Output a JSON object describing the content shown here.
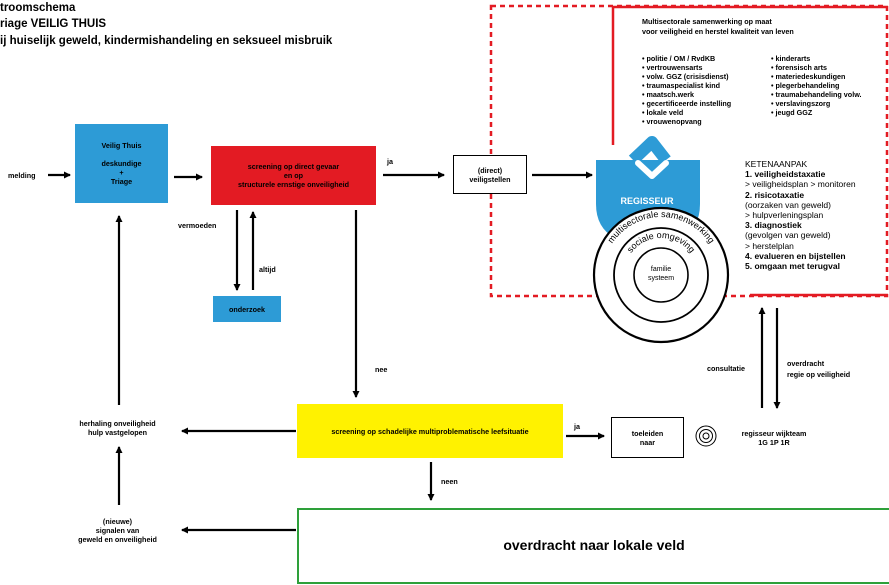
{
  "header": {
    "line1": "troomschema",
    "line2": "riage VEILIG THUIS",
    "line3": "ij huiselijk geweld, kindermishandeling en seksueel misbruik"
  },
  "labels": {
    "melding": "melding",
    "ja1": "ja",
    "vermoeden": "vermoeden",
    "altijd": "altijd",
    "nee1": "nee",
    "ja2": "ja",
    "nee2": "neen",
    "consultatie": "consultatie",
    "overdracht_l1": "overdracht",
    "overdracht_l2": "regie op veiligheid"
  },
  "boxes": {
    "veilig_thuis": [
      "Veilig Thuis",
      "deskundige",
      "+",
      "Triage"
    ],
    "screening1": [
      "screening op direct gevaar",
      "en op",
      "structurele ernstige onveiligheid"
    ],
    "onderzoek": [
      "onderzoek"
    ],
    "veiligstellen": [
      "(direct)",
      "veiligstellen"
    ],
    "screening2": [
      "screening op schadelijke multiproblematische leefsituatie"
    ],
    "toeleiden": [
      "toeleiden",
      "naar"
    ],
    "herhaling": [
      "herhaling onveiligheid",
      "hulp vastgelopen"
    ],
    "signalen": [
      "(nieuwe)",
      "signalen van",
      "geweld en onveiligheid"
    ],
    "overdracht_lokaal": [
      "overdracht naar lokale veld"
    ],
    "regisseur_wijkteam": [
      "regisseur wijkteam",
      "1G 1P 1R"
    ]
  },
  "panel": {
    "title_l1": "Multisectorale samenwerking op maat",
    "title_l2": "voor veiligheid en herstel kwaliteit van leven",
    "list_left": [
      "• politie / OM / RvdKB",
      "• vertrouwensarts",
      "• volw. GGZ (crisisdienst)",
      "• traumaspecialist kind",
      "• maatsch.werk",
      "• gecertificeerde instelling",
      "• lokale veld",
      "• vrouwenopvang"
    ],
    "list_right": [
      "• kinderarts",
      "• forensisch arts",
      "• materiedeskundigen",
      "• plegerbehandeling",
      "• traumabehandeling volw.",
      "• verslavingszorg",
      "• jeugd GGZ"
    ],
    "keten_title": "KETENAANPAK",
    "keten_items": [
      {
        "text": "1. veiligheidstaxatie",
        "bold": true
      },
      {
        "text": "> veiligheidsplan > monitoren",
        "bold": false
      },
      {
        "text": "2. risicotaxatie",
        "bold": true
      },
      {
        "text": "(oorzaken van geweld)",
        "bold": false
      },
      {
        "text": "> hulpverleningsplan",
        "bold": false
      },
      {
        "text": "3. diagnostiek",
        "bold": true
      },
      {
        "text": "(gevolgen van geweld)",
        "bold": false
      },
      {
        "text": "> herstelplan",
        "bold": false
      },
      {
        "text": "4. evalueren en bijstellen",
        "bold": true
      },
      {
        "text": "5. omgaan met terugval",
        "bold": true
      }
    ],
    "regisseur": "REGISSEUR",
    "ring_outer": "multisectorale samenwerking",
    "ring_middle": "sociale omgeving",
    "ring_inner_l1": "familie",
    "ring_inner_l2": "systeem"
  },
  "colors": {
    "blue": "#2d9bd6",
    "red": "#e31b23",
    "yellow": "#fff200",
    "green": "#2ea03a",
    "shield": "#2d9bd6"
  }
}
